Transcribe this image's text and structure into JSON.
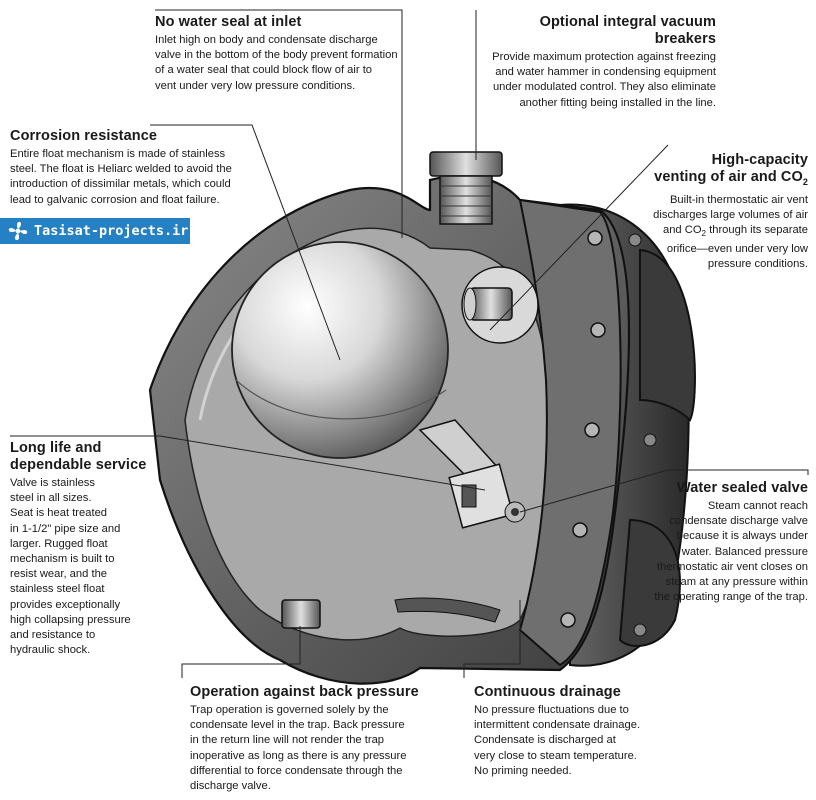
{
  "watermark": {
    "text": "Tasisat-projects.ir",
    "icon": "fan-icon"
  },
  "callouts": {
    "no_water_seal": {
      "title": "No water seal at inlet",
      "body": "Inlet high on body and condensate discharge\nvalve in the bottom of the body prevent formation\nof a water seal that could block flow of air to\nvent under very low pressure conditions."
    },
    "vacuum_breakers": {
      "title": "Optional integral vacuum breakers",
      "body": "Provide maximum protection against freezing\nand water hammer in condensing equipment\nunder modulated control. They also eliminate\nanother fitting being installed in the line."
    },
    "corrosion": {
      "title": "Corrosion resistance",
      "body": "Entire float mechanism is made of stainless\nsteel. The float is Heliarc welded to avoid the\nintroduction of dissimilar metals, which could\nlead to galvanic corrosion and float failure."
    },
    "venting": {
      "title_line1": "High-capacity",
      "title_line2": "venting of air and CO",
      "title_sub": "2",
      "body_line1": "Built-in thermostatic air vent",
      "body_line2": "discharges large volumes of air",
      "body_line3_pre": "and CO",
      "body_line3_sub": "2",
      "body_line3_post": " through its separate",
      "body_line4": "orifice—even under very low",
      "body_line5": "pressure conditions."
    },
    "long_life": {
      "title": "Long life and\ndependable service",
      "body": "Valve is stainless\nsteel in all sizes.\nSeat is heat treated\nin 1-1/2\" pipe size and\nlarger. Rugged float\nmechanism is built to\nresist wear, and the\nstainless steel float\nprovides exceptionally\nhigh collapsing pressure\nand resistance to\nhydraulic shock."
    },
    "water_sealed": {
      "title": "Water sealed valve",
      "body": "Steam cannot reach\ncondensate discharge valve\nbecause it is always under\nwater. Balanced pressure\nthermostatic air vent closes on\nsteam at any pressure within\nthe operating range of the trap."
    },
    "back_pressure": {
      "title": "Operation against back pressure",
      "body": "Trap operation is governed solely by the\ncondensate level in the trap. Back pressure\nin the return line will not render the trap\ninoperative as long as there is any pressure\ndifferential to force condensate through the\ndischarge valve."
    },
    "drainage": {
      "title": "Continuous drainage",
      "body": "No pressure fluctuations due to\nintermittent condensate drainage.\nCondensate is discharged at\nvery close to steam temperature.\nNo priming needed."
    }
  }
}
